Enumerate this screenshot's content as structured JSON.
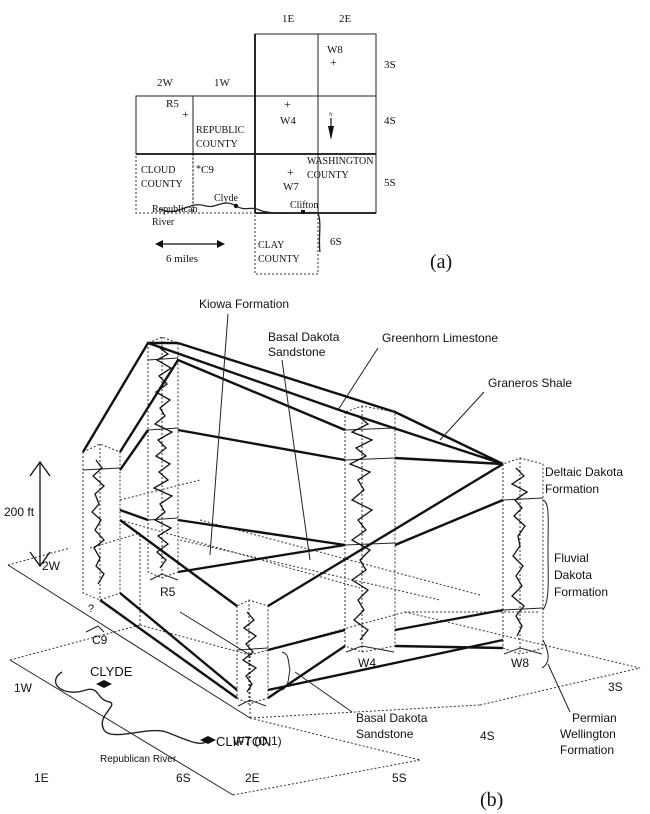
{
  "map": {
    "ranges": {
      "r2w": "2W",
      "r1w": "1W",
      "r1e": "1E",
      "r2e": "2E"
    },
    "townships": {
      "t3s": "3S",
      "t4s": "4S",
      "t5s": "5S",
      "t6s": "6S"
    },
    "wells": {
      "w8": "W8",
      "r5": "R5",
      "w4": "W4",
      "c9": "C9",
      "w7": "W7"
    },
    "counties": {
      "republic": [
        "REPUBLIC",
        "COUNTY"
      ],
      "cloud": [
        "CLOUD",
        "COUNTY"
      ],
      "washington": [
        "WASHINGTON",
        "COUNTY"
      ],
      "clay": [
        "CLAY",
        "COUNTY"
      ]
    },
    "towns": {
      "clyde": "Clyde",
      "clifton": "Clifton"
    },
    "river": [
      "Republican",
      "River"
    ],
    "north": "N",
    "scale": "6 miles",
    "panel": "(a)"
  },
  "block": {
    "formations": {
      "kiowa": "Kiowa Formation",
      "basal_top": [
        "Basal Dakota",
        "Sandstone"
      ],
      "greenhorn": "Greenhorn Limestone",
      "graneros": "Graneros Shale",
      "deltaic": [
        "Deltaic Dakota",
        "Formation"
      ],
      "fluvial": [
        "Fluvial",
        "Dakota",
        "Formation"
      ],
      "basal_bottom": [
        "Basal Dakota",
        "Sandstone"
      ],
      "permian": [
        "Permian",
        "Wellington",
        "Formation"
      ]
    },
    "scale": "200 ft",
    "wells": {
      "c9": "C9",
      "r5": "R5",
      "w7": "W7 (O.1)",
      "w4": "W4",
      "w8": "W8"
    },
    "question": "?",
    "grid": {
      "r2w": "2W",
      "r1w": "1W",
      "r1e": "1E",
      "r2e": "2E",
      "t3s": "3S",
      "t4s": "4S",
      "t5s": "5S",
      "t6s": "6S"
    },
    "towns": {
      "clyde": "CLYDE",
      "clifton": "CLIFTON"
    },
    "river": "Republican River",
    "panel": "(b)"
  }
}
